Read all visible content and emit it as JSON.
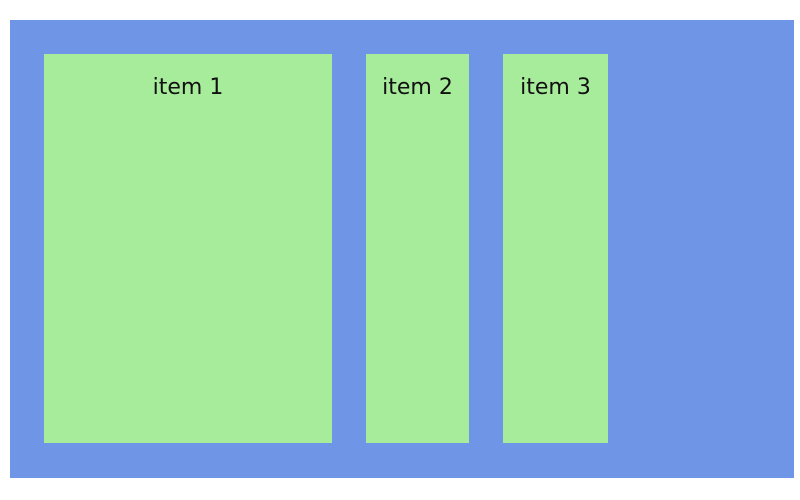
{
  "container": {
    "background": "#6f96e6"
  },
  "items": [
    {
      "label": "item 1",
      "background": "#a7ec9a"
    },
    {
      "label": "item 2",
      "background": "#a7ec9a"
    },
    {
      "label": "item 3",
      "background": "#a7ec9a"
    }
  ]
}
